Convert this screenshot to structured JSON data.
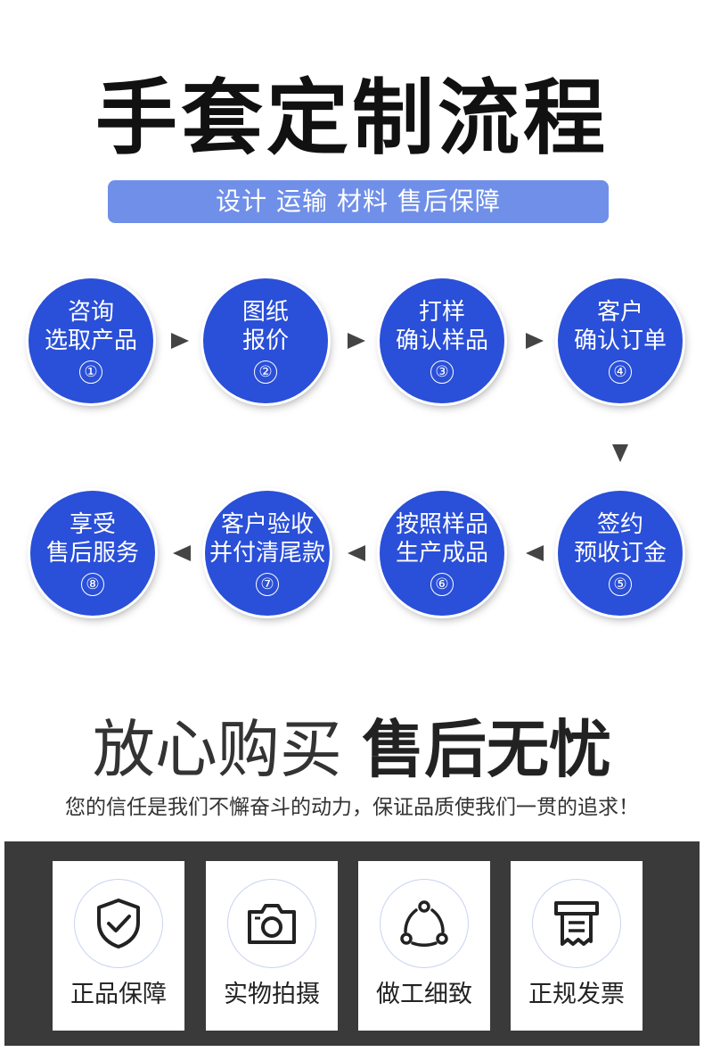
{
  "header": {
    "title": "手套定制流程",
    "subtitle": "设计 运输 材料 售后保障"
  },
  "steps": [
    {
      "line1": "咨询",
      "line2": "选取产品",
      "num": "①"
    },
    {
      "line1": "图纸",
      "line2": "报价",
      "num": "②"
    },
    {
      "line1": "打样",
      "line2": "确认样品",
      "num": "③"
    },
    {
      "line1": "客户",
      "line2": "确认订单",
      "num": "④"
    },
    {
      "line1": "签约",
      "line2": "预收订金",
      "num": "⑤"
    },
    {
      "line1": "按照样品",
      "line2": "生产成品",
      "num": "⑥"
    },
    {
      "line1": "客户验收",
      "line2": "并付清尾款",
      "num": "⑦"
    },
    {
      "line1": "享受",
      "line2": "售后服务",
      "num": "⑧"
    }
  ],
  "slogan": {
    "part1": "放心购买",
    "part2": "售后无忧"
  },
  "promise": "您的信任是我们不懈奋斗的动力，保证品质使我们一贯的追求！",
  "guarantees": [
    {
      "label": "正品保障",
      "icon": "shield-check-icon"
    },
    {
      "label": "实物拍摄",
      "icon": "camera-icon"
    },
    {
      "label": "做工细致",
      "icon": "share-nodes-icon"
    },
    {
      "label": "正规发票",
      "icon": "receipt-icon"
    }
  ],
  "colors": {
    "step_blue": "#2a4fd8",
    "banner_blue": "#6f8fe8",
    "band_dark": "#3a3a3a"
  }
}
